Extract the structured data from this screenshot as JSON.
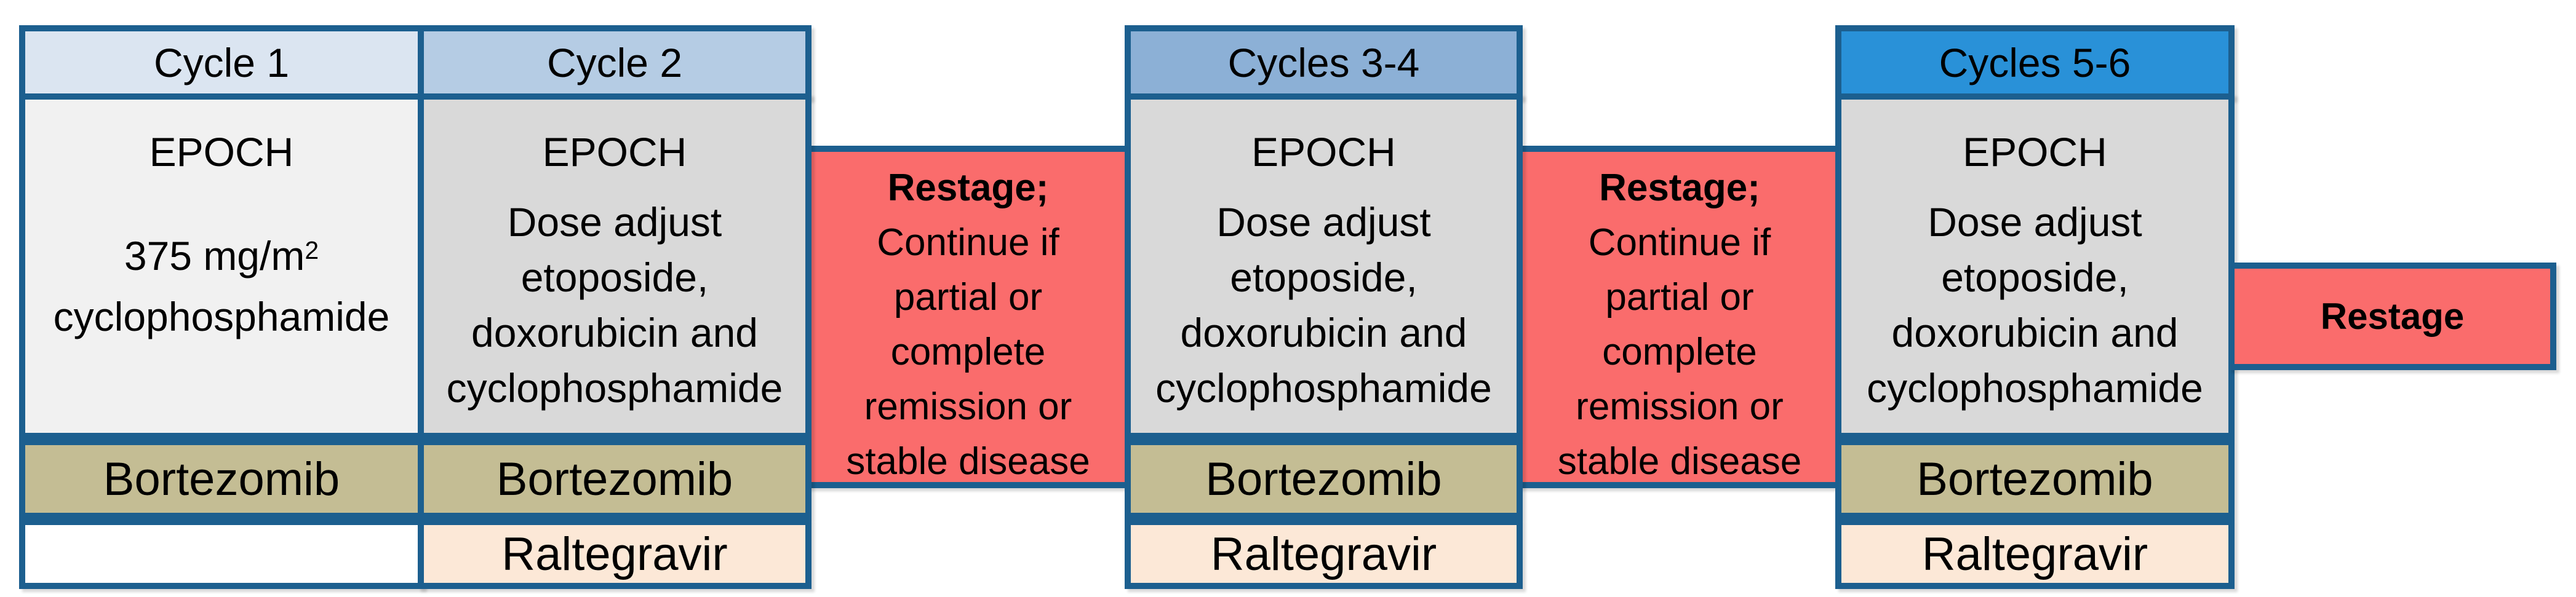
{
  "columns": [
    {
      "header": "Cycle 1",
      "epoch": "EPOCH",
      "dose": "375 mg/m",
      "dose_sup": "2",
      "dose_line2": "cyclophosphamide",
      "drug1": "Bortezomib",
      "drug2": ""
    },
    {
      "header": "Cycle 2",
      "epoch": "EPOCH",
      "lines": [
        "Dose adjust",
        "etoposide,",
        "doxorubicin and",
        "cyclophosphamide"
      ],
      "drug1": "Bortezomib",
      "drug2": "Raltegravir"
    },
    {
      "header": "Cycles 3-4",
      "epoch": "EPOCH",
      "lines": [
        "Dose adjust",
        "etoposide,",
        "doxorubicin and",
        "cyclophosphamide"
      ],
      "drug1": "Bortezomib",
      "drug2": "Raltegravir"
    },
    {
      "header": "Cycles 5-6",
      "epoch": "EPOCH",
      "lines": [
        "Dose adjust",
        "etoposide,",
        "doxorubicin and",
        "cyclophosphamide"
      ],
      "drug1": "Bortezomib",
      "drug2": "Raltegravir"
    }
  ],
  "restage_note": {
    "title": "Restage;",
    "lines": [
      "Continue if",
      "partial or",
      "complete",
      "remission or",
      "stable disease"
    ]
  },
  "restage_final": {
    "label": "Restage"
  },
  "colors": {
    "border_blue": "#1c5f8f",
    "header_cycle1": "#dbe5f1",
    "header_cycle2": "#b5cce4",
    "header_cycles34": "#8cb0d6",
    "header_cycles56": "#2991d8",
    "body_cycle1": "#f1f1f1",
    "body_other": "#d9d9d9",
    "bortezomib_tan": "#c4bd94",
    "raltegravir_peach": "#fce8d7",
    "restage_red": "#fa6c6c",
    "text": "#000000"
  }
}
